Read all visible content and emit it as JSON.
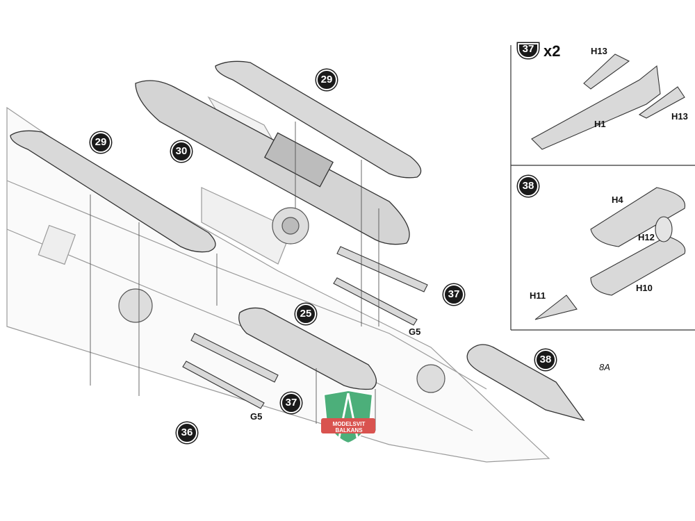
{
  "steps": {
    "pod_left": "29",
    "pod_right": "29",
    "center_pod": "30",
    "belly_pod": "25",
    "missile_right": "37",
    "missile_left": "37",
    "lower_left": "36",
    "inset_step": "38",
    "main_step_38": "38",
    "top_inset_step": "37",
    "top_inset_qty": "x2"
  },
  "parts": {
    "h13_top": "H13",
    "h13_right": "H13",
    "h1": "H1",
    "h4": "H4",
    "h12": "H12",
    "h10": "H10",
    "h11": "H11",
    "g5_right": "G5",
    "g5_left": "G5",
    "detail_ref": "8A"
  },
  "logo": {
    "line1": "MODELSVIT",
    "line2": "BALKANS"
  },
  "colors": {
    "part_fill": "#d9d9d9",
    "outline": "#333333",
    "logo_green": "#4caf7a",
    "logo_red": "#d9534f"
  }
}
